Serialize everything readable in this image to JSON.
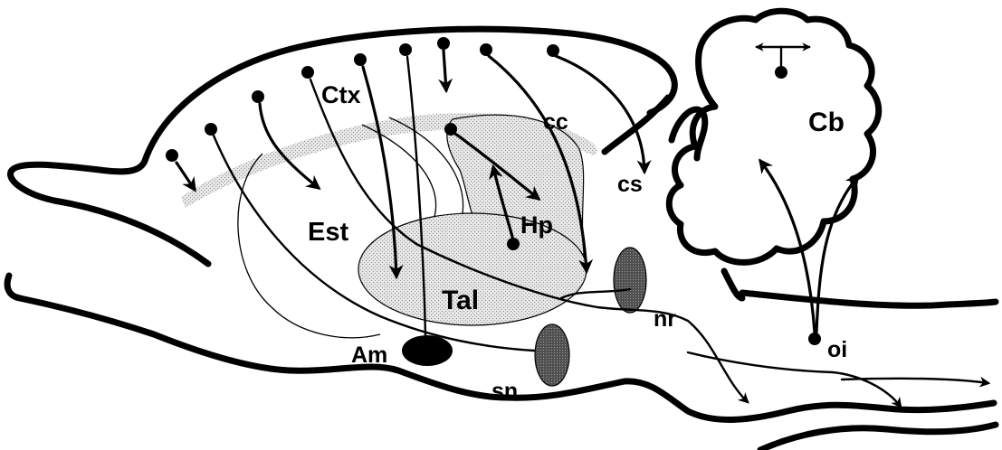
{
  "labels": {
    "ctx": "Ctx",
    "cc": "cc",
    "cs": "cs",
    "cb": "Cb",
    "est": "Est",
    "hp": "Hp",
    "tal": "Tal",
    "nr": "nr",
    "am": "Am",
    "sn": "sn",
    "oi": "oi"
  },
  "colors": {
    "ink": "#000000",
    "stipple": "#bdbdbd",
    "nucleus_dark": "#3a3a3a",
    "background": "#ffffff"
  }
}
